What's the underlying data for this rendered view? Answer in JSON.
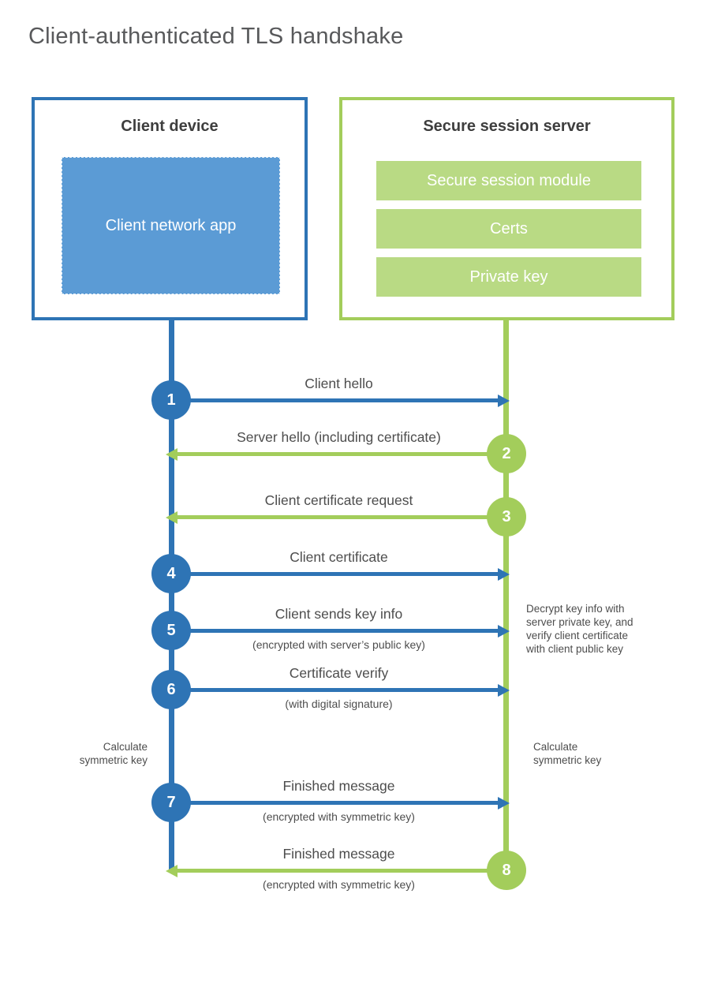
{
  "title": "Client-authenticated TLS handshake",
  "colors": {
    "blue": "#2e74b5",
    "blue_fill": "#5b9bd5",
    "green": "#a3cd5b",
    "green_fill": "#b9da84",
    "title_text": "#58595b",
    "heading_text": "#3e3e3e",
    "message_text": "#4d4d4d"
  },
  "client": {
    "title": "Client device",
    "app_label": "Client network app"
  },
  "server": {
    "title": "Secure session server",
    "modules": [
      "Secure session module",
      "Certs",
      "Private key"
    ]
  },
  "steps": [
    {
      "num": "1",
      "label": "Client hello",
      "sublabel": "",
      "from": "client",
      "to": "server"
    },
    {
      "num": "2",
      "label": "Server hello (including certificate)",
      "sublabel": "",
      "from": "server",
      "to": "client"
    },
    {
      "num": "3",
      "label": "Client certificate request",
      "sublabel": "",
      "from": "server",
      "to": "client"
    },
    {
      "num": "4",
      "label": "Client certificate",
      "sublabel": "",
      "from": "client",
      "to": "server"
    },
    {
      "num": "5",
      "label": "Client sends key info",
      "sublabel": "(encrypted with server’s public key)",
      "from": "client",
      "to": "server"
    },
    {
      "num": "6",
      "label": "Certificate verify",
      "sublabel": "(with digital signature)",
      "from": "client",
      "to": "server"
    },
    {
      "num": "7",
      "label": "Finished message",
      "sublabel": "(encrypted with symmetric key)",
      "from": "client",
      "to": "server"
    },
    {
      "num": "8",
      "label": "Finished message",
      "sublabel": "(encrypted with symmetric key)",
      "from": "server",
      "to": "client"
    }
  ],
  "annotations": {
    "server_note": {
      "lines": [
        "Decrypt key info with",
        "server private key, and",
        "verify client certificate",
        "with client public key"
      ]
    },
    "client_calc": {
      "lines": [
        "Calculate",
        "symmetric key"
      ]
    },
    "server_calc": {
      "lines": [
        "Calculate",
        "symmetric key"
      ]
    }
  }
}
